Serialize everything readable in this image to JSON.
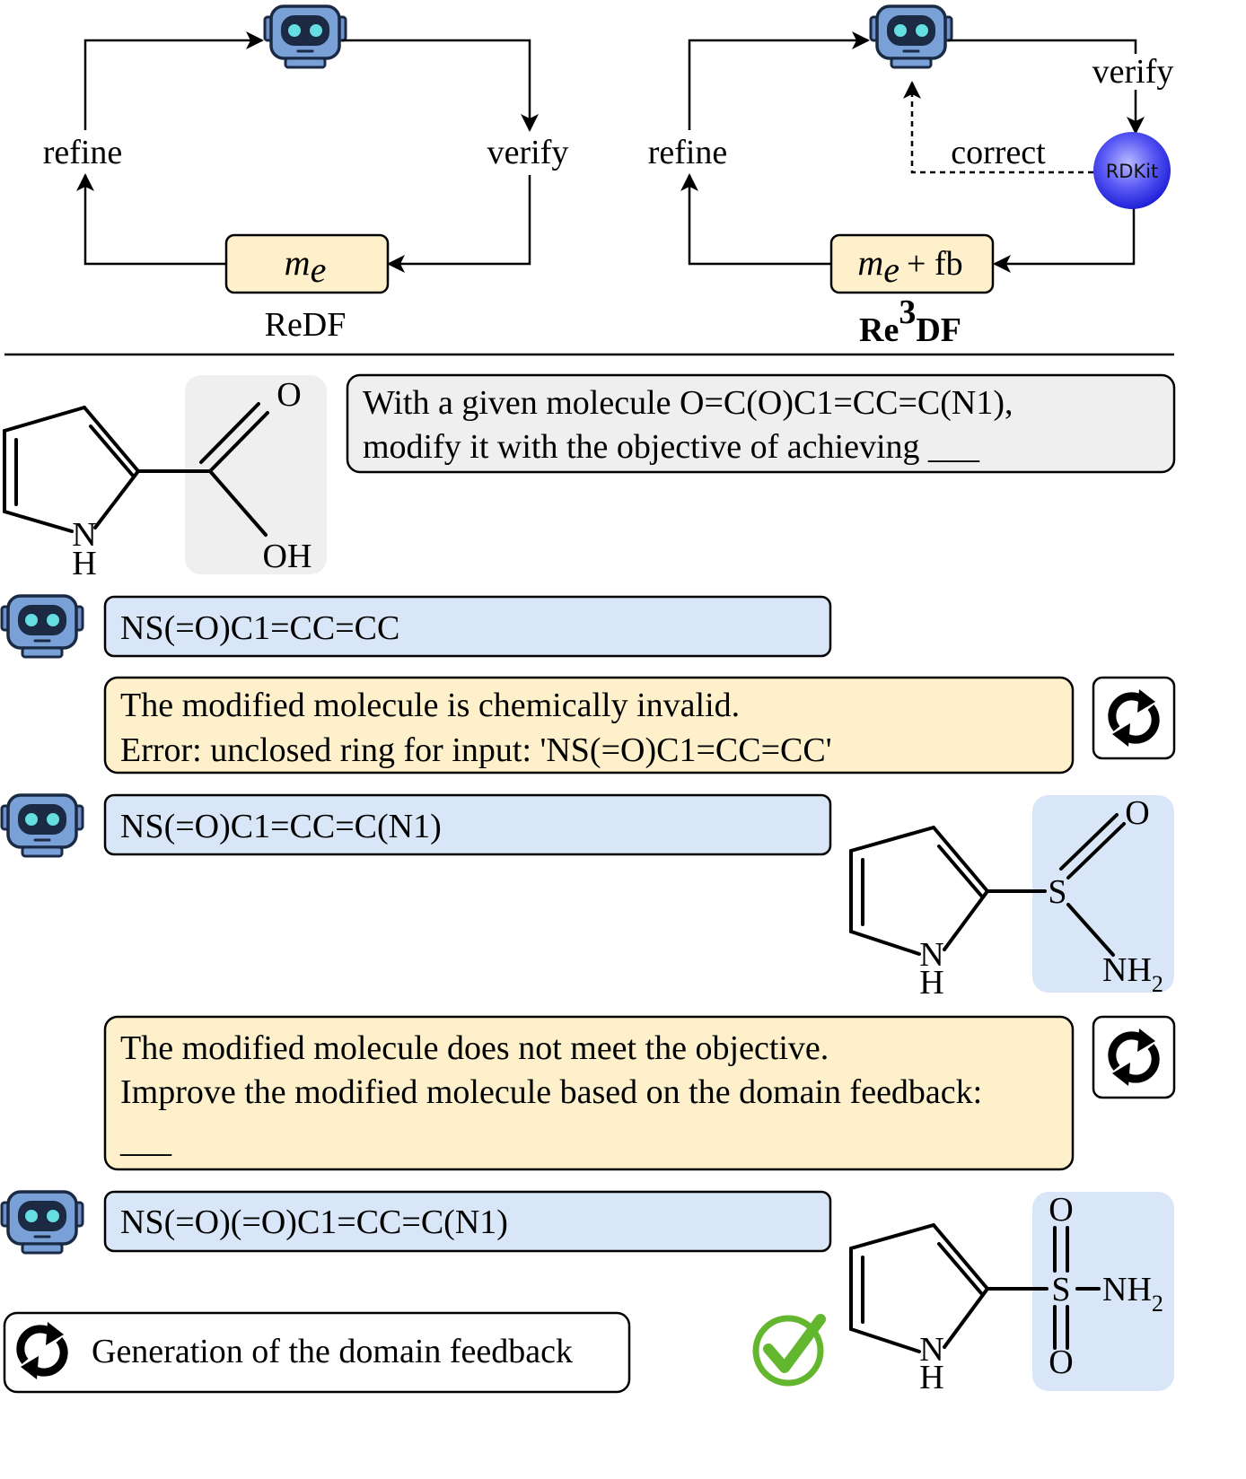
{
  "top": {
    "left_diagram": {
      "name": "ReDF",
      "refine_label": "refine",
      "verify_label": "verify",
      "box": {
        "var": "m",
        "sub": "e"
      }
    },
    "right_diagram": {
      "name_base": "Re",
      "name_sup": "3",
      "name_tail": "DF",
      "refine_label": "refine",
      "verify_label": "verify",
      "correct_label": "correct",
      "tool_label": "RDKit",
      "box": {
        "var": "m",
        "sub": "e",
        "op": "+ fb"
      }
    }
  },
  "dialogue": {
    "prompt_lines": [
      "With a given molecule O=C(O)C1=CC=C(N1),",
      "modify it with the objective of achieving ___"
    ],
    "input_molecule": {
      "atom_O": "O",
      "atom_OH": "OH",
      "atom_N": "N",
      "atom_H": "H"
    },
    "response_1": "NS(=O)C1=CC=CC",
    "feedback_1": [
      "The modified molecule is chemically invalid.",
      "Error: unclosed ring for input: 'NS(=O)C1=CC=CC'"
    ],
    "response_2": "NS(=O)C1=CC=C(N1)",
    "molecule_2": {
      "atom_O": "O",
      "atom_S": "S",
      "atom_NH": "NH",
      "sub_2": "2",
      "atom_N": "N",
      "atom_H": "H"
    },
    "feedback_2": [
      "The modified molecule does not meet the objective.",
      "Improve the modified molecule based on the domain feedback:",
      "___"
    ],
    "response_3": "NS(=O)(=O)C1=CC=C(N1)",
    "molecule_3": {
      "atom_O_top": "O",
      "atom_O_bottom": "O",
      "atom_S": "S",
      "atom_NH": "NH",
      "sub_2": "2",
      "atom_N": "N",
      "atom_H": "H"
    },
    "legend_label": "Generation of the domain feedback"
  },
  "colors": {
    "box_yellow": "#fdf0cb",
    "box_blue": "#d9e6f7",
    "box_gray": "#efefef",
    "robot_blue": "#7aa0d8",
    "robot_eye": "#66dde0",
    "rdkit_blue": "#2a2ae0",
    "check_green": "#63b72e"
  }
}
